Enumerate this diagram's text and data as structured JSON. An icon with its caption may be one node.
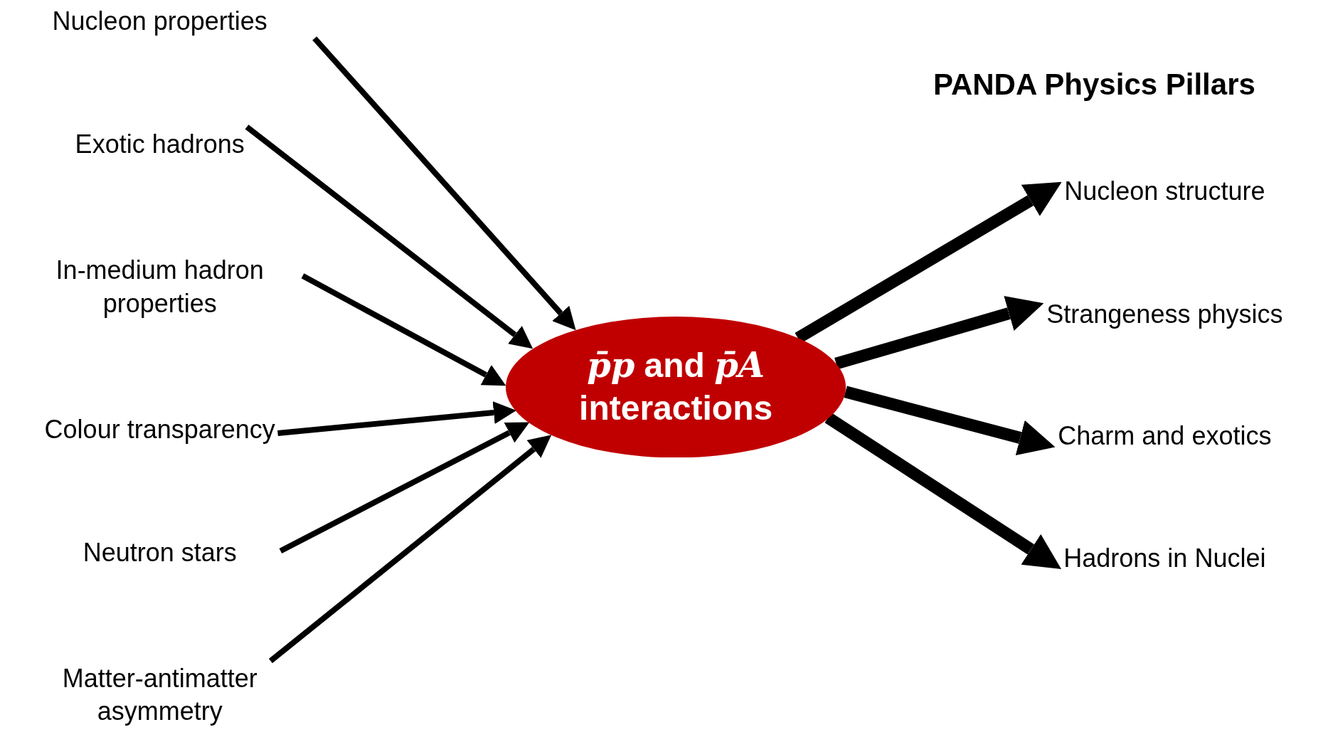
{
  "diagram": {
    "title": "PANDA Physics Pillars",
    "nodes": [
      {
        "text": [
          "Nucleon properties"
        ]
      },
      {
        "text": [
          "Exotic hadrons"
        ]
      },
      {
        "text": [
          "In-medium hadron properties"
        ]
      },
      {
        "text": [
          "Colour transparency"
        ]
      },
      {
        "text": [
          "Neutron stars"
        ]
      },
      {
        "text": [
          "Matter-antimatter asymmetry"
        ]
      },
      {
        "text": [
          "*p̄p* and *p̄A* interactions"
        ]
      },
      {
        "text": [
          "Nucleon structure"
        ]
      },
      {
        "text": [
          "Strangeness physics"
        ]
      },
      {
        "text": [
          "Charm and exotics"
        ]
      },
      {
        "text": [
          "Hadrons in Nuclei"
        ]
      }
    ],
    "edges": [
      {
        "from": 0,
        "to": 6,
        "arrow": "to"
      },
      {
        "from": 1,
        "to": 6,
        "arrow": "to"
      },
      {
        "from": 2,
        "to": 6,
        "arrow": "to"
      },
      {
        "from": 3,
        "to": 6,
        "arrow": "to"
      },
      {
        "from": 4,
        "to": 6,
        "arrow": "to"
      },
      {
        "from": 5,
        "to": 6,
        "arrow": "to"
      },
      {
        "from": 6,
        "to": 7,
        "arrow": "to",
        "style": "thick"
      },
      {
        "from": 6,
        "to": 8,
        "arrow": "to",
        "style": "thick"
      },
      {
        "from": 6,
        "to": 9,
        "arrow": "to",
        "style": "thick"
      },
      {
        "from": 6,
        "to": 10,
        "arrow": "to",
        "style": "thick"
      }
    ]
  }
}
